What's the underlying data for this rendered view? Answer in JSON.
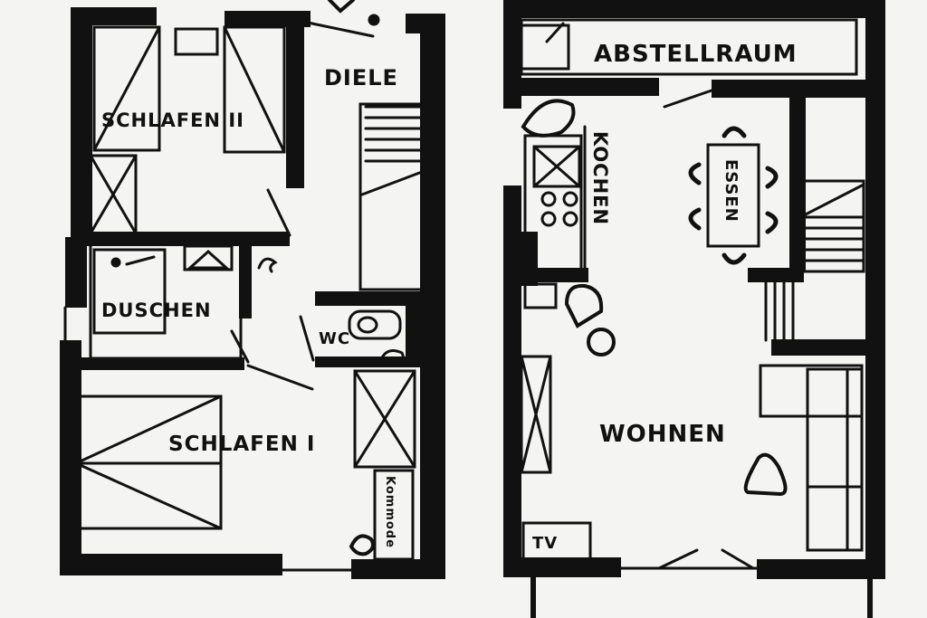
{
  "rooms": {
    "schlafen2": "SCHLAFEN II",
    "diele": "DIELE",
    "duschen": "DUSCHEN",
    "wc": "WC",
    "schlafen1": "SCHLAFEN I",
    "kommode": "Kommode",
    "abstellraum": "ABSTELLRAUM",
    "kochen": "KOCHEN",
    "essen": "ESSEN",
    "wohnen": "WOHNEN",
    "tv": "TV"
  },
  "colors": {
    "ink": "#111111",
    "paper": "#f4f4f2"
  }
}
